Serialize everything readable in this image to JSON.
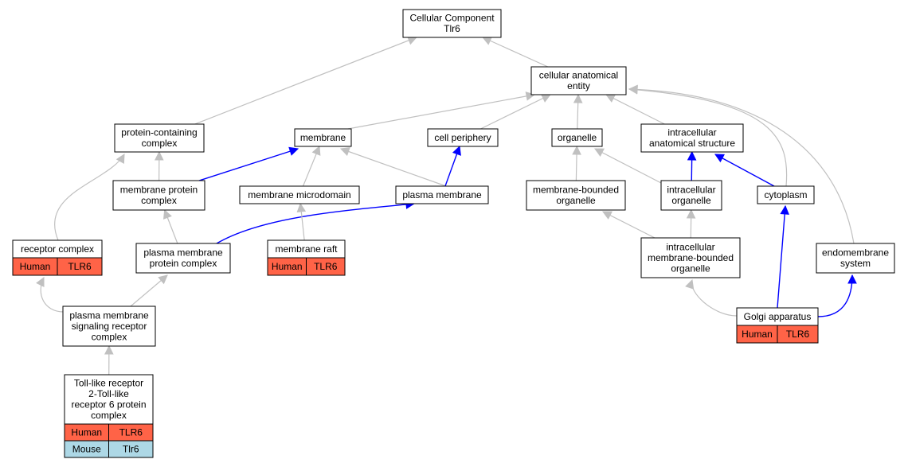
{
  "colors": {
    "human": "#ff6347",
    "mouse": "#add8e6",
    "edge_gray": "#c0c0c0",
    "edge_blue": "#0000ff"
  },
  "nodes": {
    "cellular_component": {
      "lines": [
        "Cellular Component",
        "Tlr6"
      ]
    },
    "cellular_anatomical_entity": {
      "lines": [
        "cellular anatomical",
        "entity"
      ]
    },
    "protein_containing_complex": {
      "lines": [
        "protein-containing",
        "complex"
      ]
    },
    "membrane": {
      "lines": [
        "membrane"
      ]
    },
    "cell_periphery": {
      "lines": [
        "cell periphery"
      ]
    },
    "organelle": {
      "lines": [
        "organelle"
      ]
    },
    "intracellular_anatomical_structure": {
      "lines": [
        "intracellular",
        "anatomical structure"
      ]
    },
    "membrane_protein_complex": {
      "lines": [
        "membrane protein",
        "complex"
      ]
    },
    "membrane_microdomain": {
      "lines": [
        "membrane microdomain"
      ]
    },
    "plasma_membrane": {
      "lines": [
        "plasma membrane"
      ]
    },
    "membrane_bounded_organelle": {
      "lines": [
        "membrane-bounded",
        "organelle"
      ]
    },
    "intracellular_organelle": {
      "lines": [
        "intracellular",
        "organelle"
      ]
    },
    "cytoplasm": {
      "lines": [
        "cytoplasm"
      ]
    },
    "receptor_complex": {
      "lines": [
        "receptor complex"
      ],
      "rows": [
        [
          "Human",
          "TLR6",
          "human"
        ]
      ]
    },
    "plasma_membrane_protein_complex": {
      "lines": [
        "plasma membrane",
        "protein complex"
      ]
    },
    "membrane_raft": {
      "lines": [
        "membrane raft"
      ],
      "rows": [
        [
          "Human",
          "TLR6",
          "human"
        ]
      ]
    },
    "intracellular_membrane_bounded_organelle": {
      "lines": [
        "intracellular",
        "membrane-bounded",
        "organelle"
      ]
    },
    "endomembrane_system": {
      "lines": [
        "endomembrane",
        "system"
      ]
    },
    "plasma_membrane_signaling_receptor_complex": {
      "lines": [
        "plasma membrane",
        "signaling receptor",
        "complex"
      ]
    },
    "golgi_apparatus": {
      "lines": [
        "Golgi apparatus"
      ],
      "rows": [
        [
          "Human",
          "TLR6",
          "human"
        ]
      ]
    },
    "tlr2_tlr6_complex": {
      "lines": [
        "Toll-like receptor",
        "2-Toll-like",
        "receptor 6 protein",
        "complex"
      ],
      "rows": [
        [
          "Human",
          "TLR6",
          "human"
        ],
        [
          "Mouse",
          "Tlr6",
          "mouse"
        ]
      ]
    }
  },
  "edges": [
    {
      "from": "cellular_anatomical_entity",
      "to": "cellular_component",
      "color": "gray"
    },
    {
      "from": "protein_containing_complex",
      "to": "cellular_component",
      "color": "gray"
    },
    {
      "from": "membrane",
      "to": "cellular_anatomical_entity",
      "color": "gray"
    },
    {
      "from": "cell_periphery",
      "to": "cellular_anatomical_entity",
      "color": "gray"
    },
    {
      "from": "organelle",
      "to": "cellular_anatomical_entity",
      "color": "gray"
    },
    {
      "from": "intracellular_anatomical_structure",
      "to": "cellular_anatomical_entity",
      "color": "gray"
    },
    {
      "from": "cytoplasm",
      "to": "cellular_anatomical_entity",
      "color": "gray"
    },
    {
      "from": "endomembrane_system",
      "to": "cellular_anatomical_entity",
      "color": "gray"
    },
    {
      "from": "membrane_protein_complex",
      "to": "protein_containing_complex",
      "color": "gray"
    },
    {
      "from": "membrane_protein_complex",
      "to": "membrane",
      "color": "blue"
    },
    {
      "from": "membrane_microdomain",
      "to": "membrane",
      "color": "gray"
    },
    {
      "from": "plasma_membrane",
      "to": "membrane",
      "color": "gray"
    },
    {
      "from": "plasma_membrane",
      "to": "cell_periphery",
      "color": "blue"
    },
    {
      "from": "receptor_complex",
      "to": "protein_containing_complex",
      "color": "gray"
    },
    {
      "from": "plasma_membrane_protein_complex",
      "to": "membrane_protein_complex",
      "color": "gray"
    },
    {
      "from": "plasma_membrane_protein_complex",
      "to": "plasma_membrane",
      "color": "blue"
    },
    {
      "from": "membrane_raft",
      "to": "membrane_microdomain",
      "color": "gray"
    },
    {
      "from": "membrane_bounded_organelle",
      "to": "organelle",
      "color": "gray"
    },
    {
      "from": "intracellular_organelle",
      "to": "organelle",
      "color": "gray"
    },
    {
      "from": "intracellular_organelle",
      "to": "intracellular_anatomical_structure",
      "color": "blue"
    },
    {
      "from": "cytoplasm",
      "to": "intracellular_anatomical_structure",
      "color": "blue"
    },
    {
      "from": "intracellular_membrane_bounded_organelle",
      "to": "membrane_bounded_organelle",
      "color": "gray"
    },
    {
      "from": "intracellular_membrane_bounded_organelle",
      "to": "intracellular_organelle",
      "color": "gray"
    },
    {
      "from": "plasma_membrane_signaling_receptor_complex",
      "to": "receptor_complex",
      "color": "gray"
    },
    {
      "from": "plasma_membrane_signaling_receptor_complex",
      "to": "plasma_membrane_protein_complex",
      "color": "gray"
    },
    {
      "from": "tlr2_tlr6_complex",
      "to": "plasma_membrane_signaling_receptor_complex",
      "color": "gray"
    },
    {
      "from": "golgi_apparatus",
      "to": "intracellular_membrane_bounded_organelle",
      "color": "gray"
    },
    {
      "from": "golgi_apparatus",
      "to": "cytoplasm",
      "color": "blue"
    },
    {
      "from": "golgi_apparatus",
      "to": "endomembrane_system",
      "color": "blue"
    }
  ]
}
